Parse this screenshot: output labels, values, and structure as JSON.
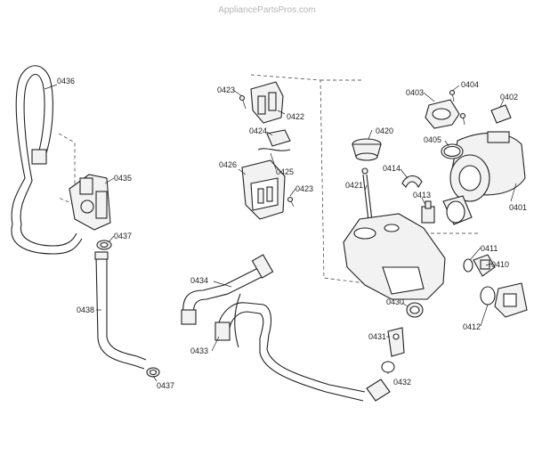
{
  "watermark": "AppliancePartsPros.com",
  "labels": {
    "l0401": "0401",
    "l0402": "0402",
    "l0403": "0403",
    "l0404": "0404",
    "l0405": "0405",
    "l0410": "0410",
    "l0411": "0411",
    "l0412": "0412",
    "l0413": "0413",
    "l0414": "0414",
    "l0420": "0420",
    "l0421": "0421",
    "l0422": "0422",
    "l0423a": "0423",
    "l0423b": "0423",
    "l0424": "0424",
    "l0425": "0425",
    "l0426": "0426",
    "l0430": "0430",
    "l0431": "0431",
    "l0432": "0432",
    "l0433": "0433",
    "l0434": "0434",
    "l0435": "0435",
    "l0436": "0436",
    "l0437a": "0437",
    "l0437b": "0437",
    "l0438": "0438"
  }
}
